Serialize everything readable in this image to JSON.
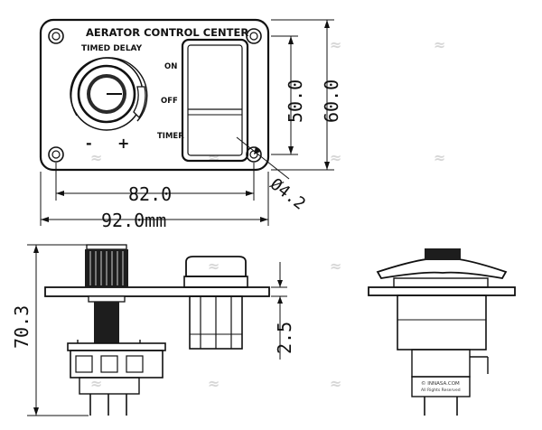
{
  "panel": {
    "title": "AERATOR CONTROL CENTER",
    "knob_label": "TIMED DELAY",
    "minus": "-",
    "plus": "+",
    "switch_positions": [
      "ON",
      "OFF",
      "TIMER"
    ]
  },
  "dimensions": {
    "height_inner": "50.0",
    "height_outer": "60.0",
    "width_inner": "82.0",
    "width_outer": "92.0mm",
    "hole": "Ø4.2",
    "depth": "70.3",
    "flange": "2.5"
  },
  "watermark": {
    "mark": "≈",
    "brand": "© INNASA.COM",
    "rights": "All Rights Reserved"
  },
  "colors": {
    "ink": "#111111",
    "watermark": "#d6d6d6",
    "background": "#ffffff"
  }
}
